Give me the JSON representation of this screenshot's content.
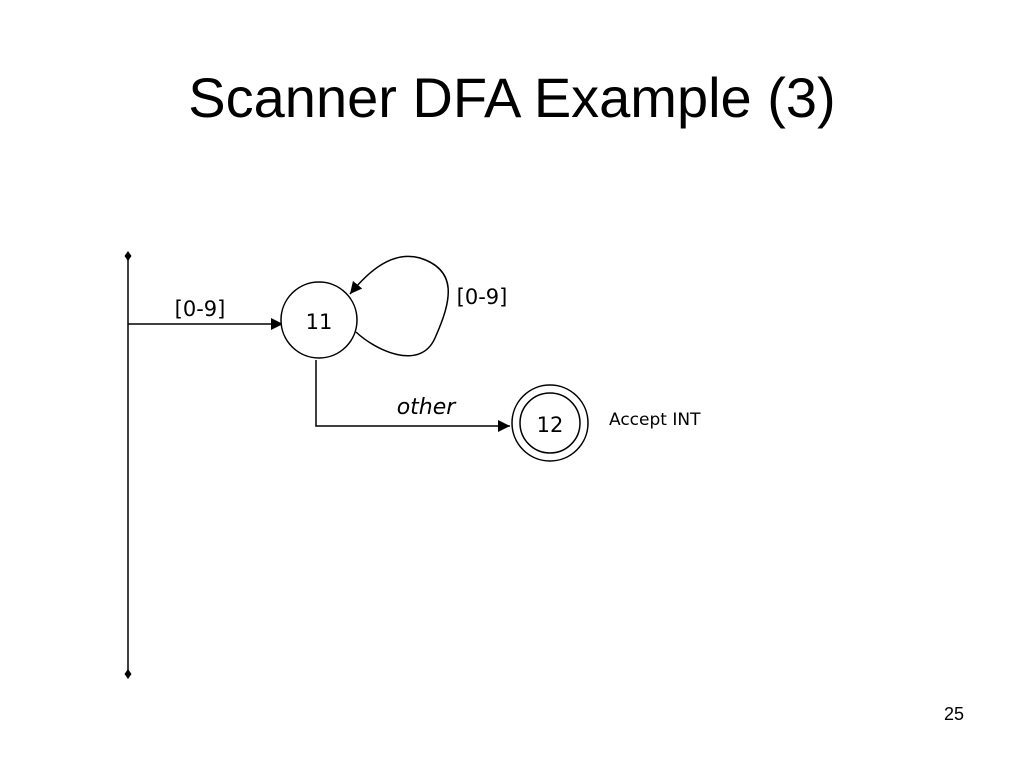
{
  "slide": {
    "title": "Scanner DFA Example (3)",
    "page_number": "25"
  },
  "dfa": {
    "states": [
      {
        "id": "11",
        "label": "11",
        "accepting": false
      },
      {
        "id": "12",
        "label": "12",
        "accepting": true
      }
    ],
    "transitions": [
      {
        "from": "start",
        "to": "11",
        "label": "[0-9]"
      },
      {
        "from": "11",
        "to": "11",
        "label": "[0-9]"
      },
      {
        "from": "11",
        "to": "12",
        "label": "other"
      }
    ],
    "annotations": {
      "accept": "Accept INT"
    }
  }
}
